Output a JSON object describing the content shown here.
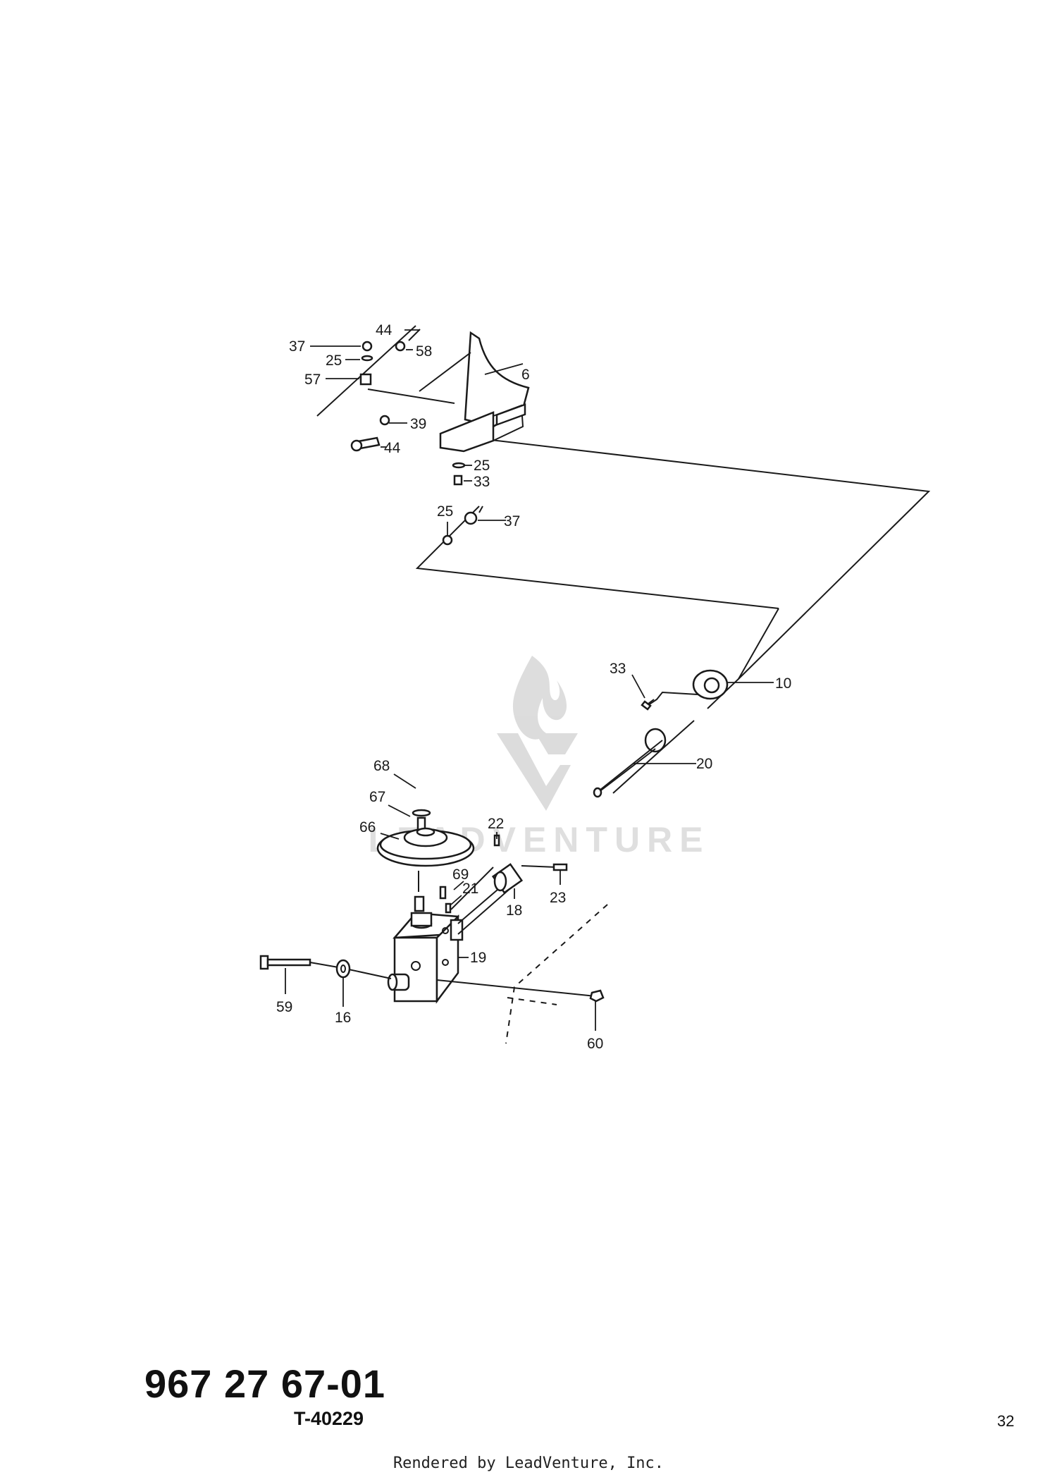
{
  "watermark": {
    "text": "LEADVENTURE",
    "color": "#d9d9d9"
  },
  "callouts": [
    {
      "id": "c-44-top",
      "label": "44"
    },
    {
      "id": "c-37-top",
      "label": "37"
    },
    {
      "id": "c-58",
      "label": "58"
    },
    {
      "id": "c-25-top",
      "label": "25"
    },
    {
      "id": "c-6",
      "label": "6"
    },
    {
      "id": "c-57",
      "label": "57"
    },
    {
      "id": "c-39",
      "label": "39"
    },
    {
      "id": "c-44-mid",
      "label": "44"
    },
    {
      "id": "c-25-mid",
      "label": "25"
    },
    {
      "id": "c-33-top",
      "label": "33"
    },
    {
      "id": "c-25-low",
      "label": "25"
    },
    {
      "id": "c-37-low",
      "label": "37"
    },
    {
      "id": "c-33-low",
      "label": "33"
    },
    {
      "id": "c-10",
      "label": "10"
    },
    {
      "id": "c-20",
      "label": "20"
    },
    {
      "id": "c-68",
      "label": "68"
    },
    {
      "id": "c-67",
      "label": "67"
    },
    {
      "id": "c-66",
      "label": "66"
    },
    {
      "id": "c-22",
      "label": "22"
    },
    {
      "id": "c-69",
      "label": "69"
    },
    {
      "id": "c-21",
      "label": "21"
    },
    {
      "id": "c-18",
      "label": "18"
    },
    {
      "id": "c-23",
      "label": "23"
    },
    {
      "id": "c-19",
      "label": "19"
    },
    {
      "id": "c-59",
      "label": "59"
    },
    {
      "id": "c-16",
      "label": "16"
    },
    {
      "id": "c-60",
      "label": "60"
    }
  ],
  "footer": {
    "part_number": "967 27 67-01",
    "drawing_id": "T-40229",
    "page_number": "32",
    "render_credit": "Rendered by LeadVenture, Inc."
  }
}
